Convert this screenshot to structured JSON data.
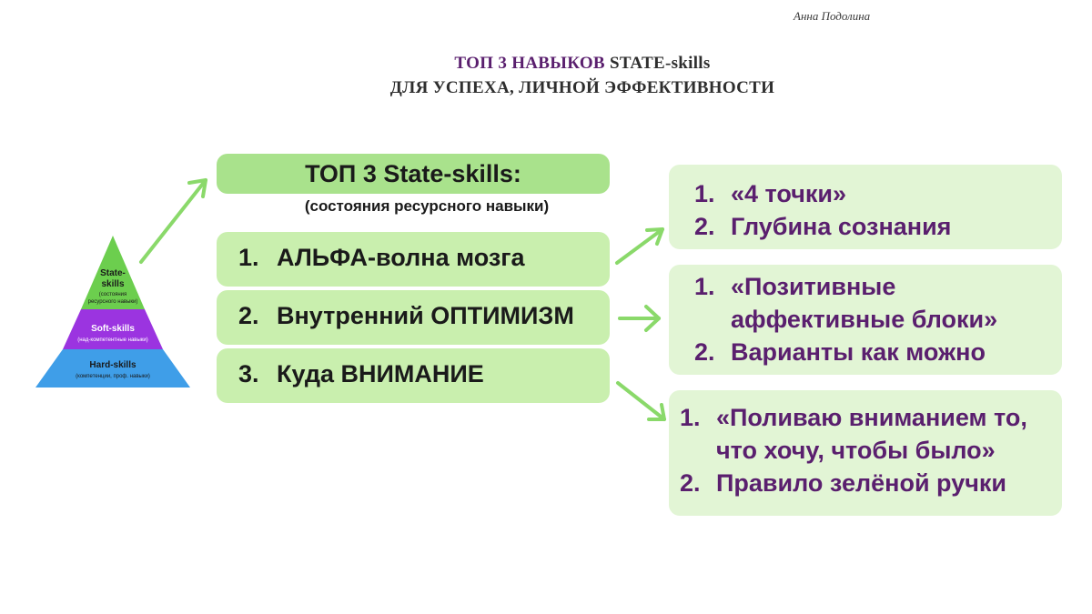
{
  "author": "Анна Подолина",
  "title": {
    "line1_accent": "ТОП 3 НАВЫКОВ",
    "line1_rest": "STATE-skills",
    "line2": "ДЛЯ УСПЕХА, ЛИЧНОЙ ЭФФЕКТИВНОСТИ"
  },
  "header": {
    "title": "ТОП 3 State-skills:",
    "subtitle": "(состояния ресурсного навыки)"
  },
  "pyramid": {
    "top": {
      "label1": "State-",
      "label2": "skills",
      "note1": "(состояния",
      "note2": "ресурсного навыки)",
      "color": "#6cce4e"
    },
    "middle": {
      "label": "Soft-skills",
      "note": "(над-компетентные навыки)",
      "color": "#9b34e0"
    },
    "bottom": {
      "label": "Hard-skills",
      "note": "(компетенции, проф. навыки)",
      "color": "#3f9ee8"
    }
  },
  "skills": [
    {
      "num": "1.",
      "text": "АЛЬФА-волна мозга"
    },
    {
      "num": "2.",
      "text": "Внутренний ОПТИМИЗМ"
    },
    {
      "num": "3.",
      "text": "Куда ВНИМАНИЕ"
    }
  ],
  "details": [
    {
      "items": [
        {
          "num": "1.",
          "lines": [
            "«4 точки»"
          ]
        },
        {
          "num": "2.",
          "lines": [
            "Глубина сознания"
          ]
        }
      ]
    },
    {
      "items": [
        {
          "num": "1.",
          "lines": [
            "«Позитивные",
            "аффективные блоки»"
          ]
        },
        {
          "num": "2.",
          "lines": [
            "Варианты как можно"
          ]
        }
      ]
    },
    {
      "items": [
        {
          "num": "1.",
          "lines": [
            "«Поливаю вниманием то,",
            "что хочу, чтобы было»"
          ]
        },
        {
          "num": "2.",
          "lines": [
            "Правило зелёной ручки"
          ]
        }
      ]
    }
  ],
  "colors": {
    "arrow": "#8ad96a",
    "header_box": "#a9e28c",
    "skill_box": "#c9efae",
    "detail_box": "#e2f5d5",
    "detail_text": "#5a1f6e"
  }
}
